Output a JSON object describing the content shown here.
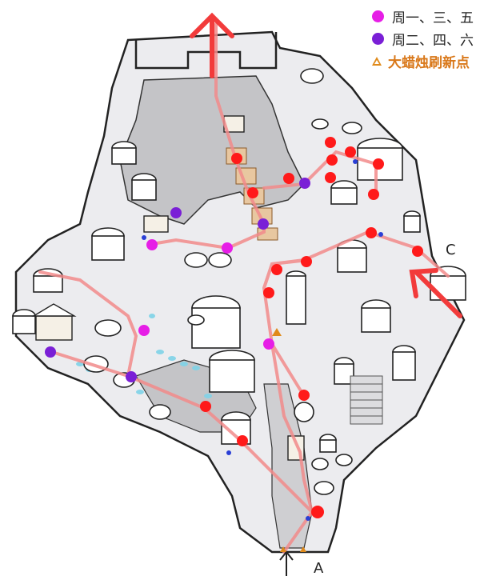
{
  "legend": {
    "magenta_label": "周一、三、五",
    "purple_label": "周二、四、六",
    "candle_label": "大蜡烛刷新点"
  },
  "entrances": {
    "a": "A",
    "c": "C"
  },
  "colors": {
    "magenta": "#e61ee6",
    "purple": "#7a1fd6",
    "red": "#ff1a1a",
    "orange": "#e08a1a",
    "route": "#f28b8b",
    "floor": "#c9c9cb",
    "ground": "#ebebee"
  }
}
